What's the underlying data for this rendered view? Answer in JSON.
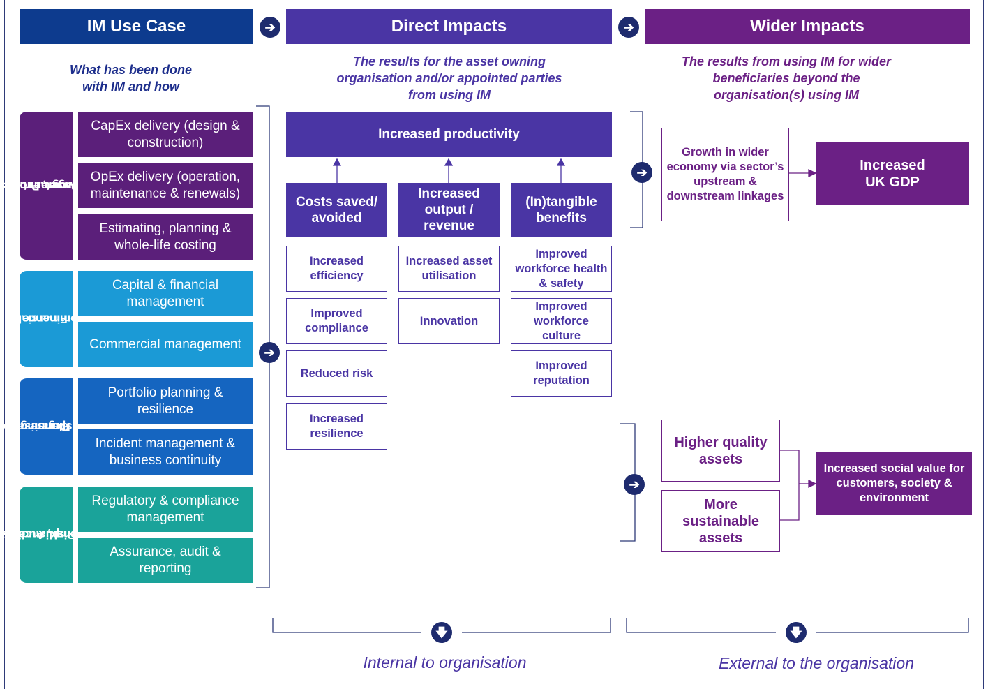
{
  "headers": {
    "use_case": "IM Use Case",
    "direct": "Direct Impacts",
    "wider": "Wider Impacts"
  },
  "subtitles": {
    "use_case": "What has been done with IM and how",
    "direct": "The results for the asset owning organisation and/or appointed parties from using IM",
    "wider": "The results from using IM for wider beneficiaries beyond the organisation(s) using IM"
  },
  "categories": [
    {
      "label": "Asset, Project & Programme Management",
      "color": "#5b1f7a",
      "items": [
        "CapEx delivery (design & construction)",
        "OpEx delivery (operation, maintenance & renewals)",
        "Estimating, planning & whole-life costing"
      ]
    },
    {
      "label": "Finance & Commercial",
      "color": "#1b9ad6",
      "items": [
        "Capital & financial management",
        "Commercial management"
      ]
    },
    {
      "label": "Organisational Planning & Response",
      "color": "#1565c0",
      "items": [
        "Portfolio planning & resilience",
        "Incident management & business continuity"
      ]
    },
    {
      "label": "Risk, Audit & Compliance",
      "color": "#1aa39a",
      "items": [
        "Regulatory & compliance management",
        "Assurance, audit & reporting"
      ]
    }
  ],
  "category_label_lines": [
    [
      "Asset, Project &",
      "Programme",
      "Management"
    ],
    [
      "Finance &",
      "Commercial"
    ],
    [
      "Organisation",
      "al Planning &",
      "Response"
    ],
    [
      "Risk, Audit &",
      "Compliance"
    ]
  ],
  "direct": {
    "top": "Increased productivity",
    "columns": [
      {
        "title": "Costs saved/ avoided",
        "items": [
          "Increased efficiency",
          "Improved compliance",
          "Reduced risk",
          "Increased resilience"
        ]
      },
      {
        "title": "Increased output / revenue",
        "items": [
          "Increased asset utilisation",
          "Innovation"
        ]
      },
      {
        "title": "(In)tangible benefits",
        "items": [
          "Improved workforce health & safety",
          "Improved workforce culture",
          "Improved reputation"
        ]
      }
    ]
  },
  "wider": {
    "economy": "Growth in wider economy via sector’s upstream & downstream linkages",
    "gdp": "Increased UK GDP",
    "quality": "Higher quality assets",
    "sustainable": "More sustainable assets",
    "social": "Increased social value for customers, society & environment"
  },
  "footer": {
    "internal": "Internal to organisation",
    "external": "External to the organisation"
  },
  "colors": {
    "navy": "#0d3b8e",
    "violet": "#4a35a4",
    "purple": "#6b2085",
    "arrow_circle": "#1e2b6e"
  },
  "icons": [
    "arrow-right-circle-icon",
    "arrow-down-circle-icon",
    "arrow-up-icon"
  ]
}
